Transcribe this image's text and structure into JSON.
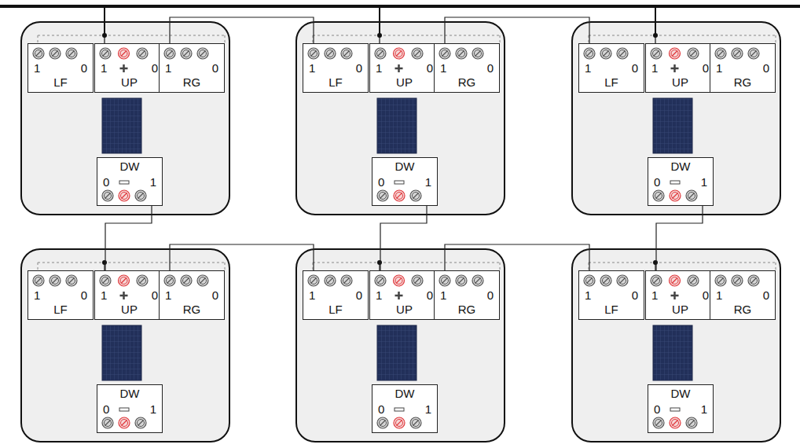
{
  "diagram": {
    "nodes": [
      {
        "text": [
          "1",
          "0",
          "LF"
        ]
      },
      {
        "text": [
          "1",
          "0",
          "UP"
        ]
      },
      {
        "text": [
          "1",
          "0",
          "RG"
        ]
      },
      {
        "text": [
          "DW",
          "0",
          "1"
        ]
      },
      {
        "text": [
          "1",
          "0",
          "LF"
        ]
      },
      {
        "text": [
          "1",
          "0",
          "UP"
        ]
      },
      {
        "text": [
          "1",
          "0",
          "RG"
        ]
      },
      {
        "text": [
          "DW",
          "0",
          "1"
        ]
      },
      {
        "text": [
          "1",
          "0",
          "LF"
        ]
      },
      {
        "text": [
          "1",
          "0",
          "UP"
        ]
      },
      {
        "text": [
          "1",
          "0",
          "RG"
        ]
      },
      {
        "text": [
          "DW",
          "0",
          "1"
        ]
      },
      {
        "text": [
          "1",
          "0",
          "LF"
        ]
      },
      {
        "text": [
          "1",
          "0",
          "UP"
        ]
      },
      {
        "text": [
          "1",
          "0",
          "RG"
        ]
      },
      {
        "text": [
          "DW",
          "0",
          "1"
        ]
      },
      {
        "text": [
          "1",
          "0",
          "LF"
        ]
      },
      {
        "text": [
          "1",
          "0",
          "UP"
        ]
      },
      {
        "text": [
          "1",
          "0",
          "RG"
        ]
      },
      {
        "text": [
          "DW",
          "0",
          "1"
        ]
      },
      {
        "text": [
          "1",
          "0",
          "LF"
        ]
      },
      {
        "text": [
          "1",
          "0",
          "UP"
        ]
      },
      {
        "text": [
          "1",
          "0",
          "RG"
        ]
      },
      {
        "text": [
          "DW",
          "0",
          "1"
        ]
      }
    ],
    "edges": [
      {
        "from": 2,
        "to": 4,
        "arrow": "none"
      },
      {
        "from": 6,
        "to": 8,
        "arrow": "none"
      },
      {
        "from": 3,
        "to": 13,
        "arrow": "none"
      },
      {
        "from": 14,
        "to": 16,
        "arrow": "none"
      },
      {
        "from": 7,
        "to": 17,
        "arrow": "none"
      },
      {
        "from": 18,
        "to": 20,
        "arrow": "none"
      },
      {
        "from": 11,
        "to": 21,
        "arrow": "none"
      }
    ]
  }
}
